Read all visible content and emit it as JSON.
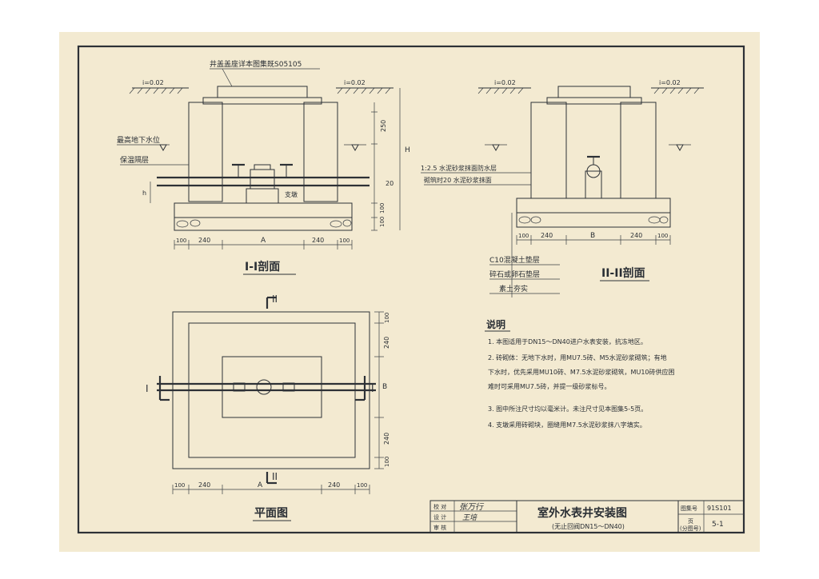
{
  "section_1": {
    "top_label": "井盖盖座详本图集既S05105",
    "slope_left": "i=0.02",
    "slope_right": "i=0.02",
    "groundwater_label": "最高地下水位",
    "waterproof_label": "保温隔层",
    "valve_label": "支墩",
    "dim_250": "250",
    "dim_H": "H",
    "dim_h": "h",
    "dim_note_right": "20",
    "dim_100a": "100",
    "dim_100b": "100",
    "bottom_dims": [
      "100",
      "240",
      "A",
      "240",
      "100"
    ],
    "title": "I-I剖面"
  },
  "section_2": {
    "slope_left": "i=0.02",
    "slope_right": "i=0.02",
    "mortar_label_1": "1:2.5 水泥砂浆抹面防水层",
    "mortar_label_2": "砌筑时20 水泥砂浆抹面",
    "bottom_dims": [
      "100",
      "240",
      "B",
      "240",
      "100"
    ],
    "layers": [
      "C10混凝土垫层",
      "碎石或卵石垫层",
      "素土夯实"
    ],
    "title": "II-II剖面"
  },
  "plan": {
    "cut_I": "I",
    "cut_II": "II",
    "right_dims": [
      "100",
      "240",
      "B",
      "240",
      "100"
    ],
    "bottom_dims": [
      "100",
      "240",
      "A",
      "240",
      "100"
    ],
    "title": "平面图"
  },
  "notes": {
    "heading": "说明",
    "items": [
      "1. 本图适用于DN15～DN40进户水表安装，抗冻地区。",
      "2. 砖砌体：无地下水时，用MU7.5砖、M5水泥砂浆砌筑；有地",
      "   下水时，优先采用MU10砖、M7.5水泥砂浆砌筑，MU10砖供应困",
      "   难时可采用MU7.5砖，并提一级砂浆标号。",
      "3. 图中所注尺寸均以毫米计。未注尺寸见本图集5-5页。",
      "4. 支墩采用砖砌块，圈缝用M7.5水泥砂浆抹八字填实。"
    ]
  },
  "title_block": {
    "row_labels": [
      "校 对",
      "设 计",
      "审 核"
    ],
    "signature_1": "张万行",
    "signature_2": "王培",
    "main_title": "室外水表井安装图",
    "sub_title": "(无止回阀DN15～DN40)",
    "atlas_label": "图集号",
    "atlas_no": "91S101",
    "page_label": "页",
    "page_sub_label": "(分图号)",
    "page_no": "5-1"
  }
}
